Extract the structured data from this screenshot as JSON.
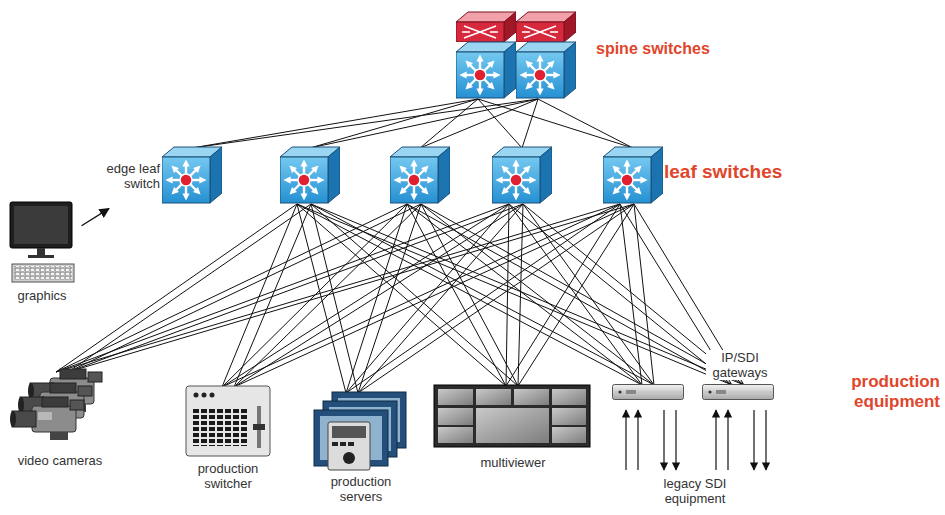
{
  "diagram": {
    "nodes": [
      {
        "text": [
          "edge leaf switch"
        ]
      },
      {
        "text": [
          "graphics"
        ]
      },
      {
        "text": [
          "video cameras"
        ]
      },
      {
        "text": [
          "production switcher"
        ]
      },
      {
        "text": [
          "production servers"
        ]
      },
      {
        "text": [
          "multiviewer"
        ]
      },
      {
        "text": [
          "IP/SDI gateways"
        ]
      }
    ],
    "edges": [
      {
        "from": 1,
        "to": 0,
        "arrow": "to"
      }
    ],
    "labels": [
      "spine switches",
      "leaf switches",
      "production equipment",
      "legacy SDI equipment"
    ]
  }
}
